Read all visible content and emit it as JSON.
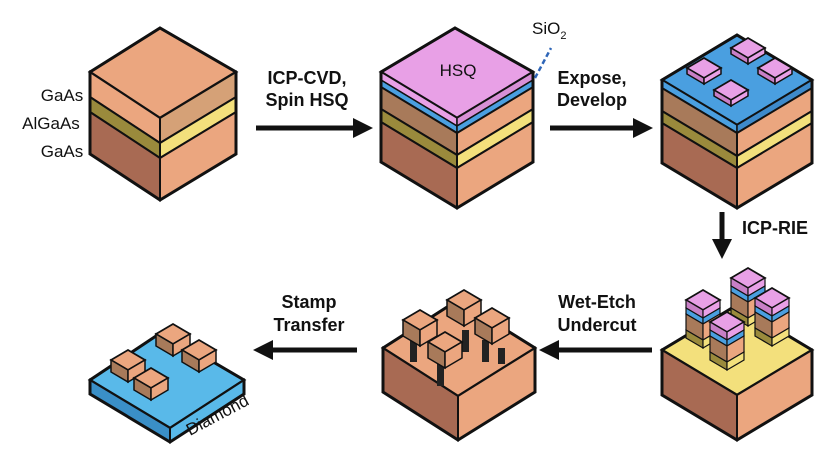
{
  "layers": {
    "top": "GaAs",
    "middle": "AlGaAs",
    "bottom": "GaAs"
  },
  "steps": {
    "step1_line1": "ICP-CVD,",
    "step1_line2": "Spin HSQ",
    "step2_line1": "Expose,",
    "step2_line2": "Develop",
    "step3": "ICP-RIE",
    "step4_line1": "Wet-Etch",
    "step4_line2": "Undercut",
    "step5_line1": "Stamp",
    "step5_line2": "Transfer"
  },
  "materials": {
    "hsq": "HSQ",
    "sio2_base": "SiO",
    "sio2_sub": "2",
    "diamond": "Diamond"
  },
  "colors": {
    "gaas": "#eba67f",
    "algaas": "#f3e07c",
    "hsq": "#e8a0e6",
    "sio2": "#4a9fe0",
    "diamond": "#59b9e9",
    "stroke": "#111111"
  }
}
